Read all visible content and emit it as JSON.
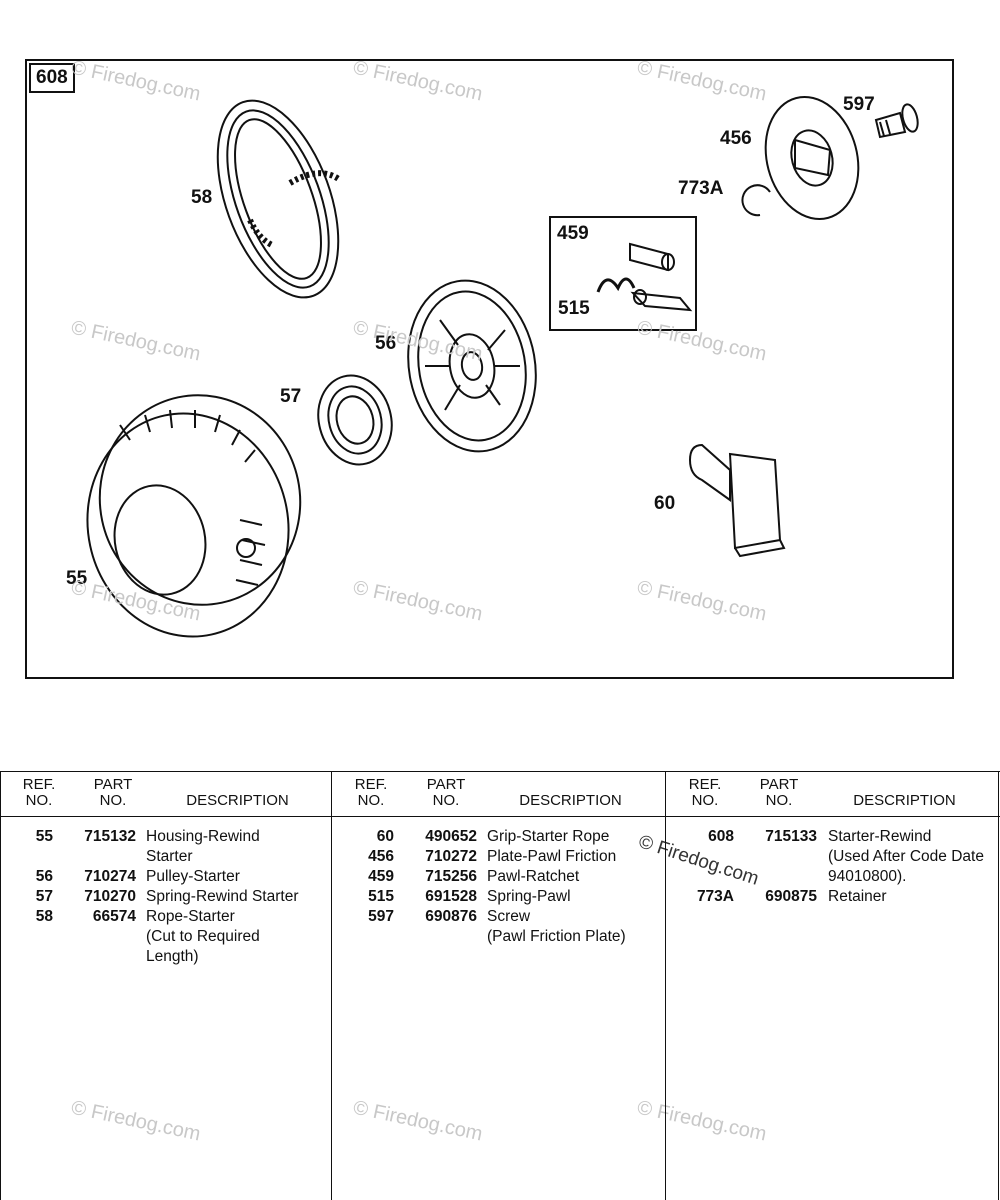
{
  "diagram": {
    "assembly_callout": "608",
    "subassembly_callout": "459",
    "callouts": {
      "c58": "58",
      "c597": "597",
      "c456": "456",
      "c773A": "773A",
      "c515": "515",
      "c56": "56",
      "c57": "57",
      "c60": "60",
      "c55": "55"
    },
    "watermark_text": "© Firedog.com"
  },
  "table": {
    "header": {
      "ref_line1": "REF.",
      "ref_line2": "NO.",
      "part_line1": "PART",
      "part_line2": "NO.",
      "description": "DESCRIPTION"
    },
    "columns": [
      {
        "rows": [
          {
            "ref": "55",
            "part": "715132",
            "desc": "Housing-Rewind\nStarter"
          },
          {
            "ref": "56",
            "part": "710274",
            "desc": "Pulley-Starter"
          },
          {
            "ref": "57",
            "part": "710270",
            "desc": "Spring-Rewind Starter"
          },
          {
            "ref": "58",
            "part": "66574",
            "desc": "Rope-Starter\n(Cut to Required\nLength)"
          }
        ]
      },
      {
        "rows": [
          {
            "ref": "60",
            "part": "490652",
            "desc": "Grip-Starter Rope"
          },
          {
            "ref": "456",
            "part": "710272",
            "desc": "Plate-Pawl Friction"
          },
          {
            "ref": "459",
            "part": "715256",
            "desc": "Pawl-Ratchet"
          },
          {
            "ref": "515",
            "part": "691528",
            "desc": "Spring-Pawl"
          },
          {
            "ref": "597",
            "part": "690876",
            "desc": "Screw\n(Pawl Friction Plate)"
          }
        ]
      },
      {
        "rows": [
          {
            "ref": "608",
            "part": "715133",
            "desc": "Starter-Rewind\n(Used After Code Date\n94010800)."
          },
          {
            "ref": "773A",
            "part": "690875",
            "desc": "Retainer"
          }
        ]
      }
    ]
  }
}
